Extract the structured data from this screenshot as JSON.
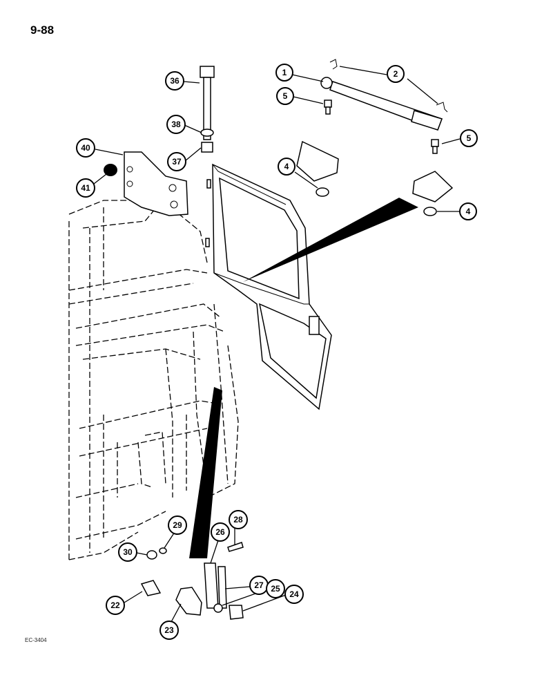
{
  "page": {
    "number": "9-88",
    "figure_code": "EC-3404"
  },
  "callouts": [
    {
      "id": "1",
      "label": "1"
    },
    {
      "id": "2",
      "label": "2"
    },
    {
      "id": "5a",
      "label": "5"
    },
    {
      "id": "5b",
      "label": "5"
    },
    {
      "id": "36",
      "label": "36"
    },
    {
      "id": "38",
      "label": "38"
    },
    {
      "id": "37",
      "label": "37"
    },
    {
      "id": "40",
      "label": "40"
    },
    {
      "id": "41",
      "label": "41"
    },
    {
      "id": "4a",
      "label": "4"
    },
    {
      "id": "4b",
      "label": "4"
    },
    {
      "id": "29",
      "label": "29"
    },
    {
      "id": "30",
      "label": "30"
    },
    {
      "id": "28",
      "label": "28"
    },
    {
      "id": "26",
      "label": "26"
    },
    {
      "id": "27",
      "label": "27"
    },
    {
      "id": "25",
      "label": "25"
    },
    {
      "id": "24",
      "label": "24"
    },
    {
      "id": "22",
      "label": "22"
    },
    {
      "id": "23",
      "label": "23"
    }
  ],
  "colors": {
    "ink": "#000000",
    "paper": "#ffffff"
  }
}
